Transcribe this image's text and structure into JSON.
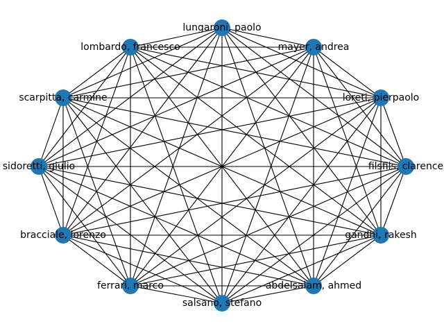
{
  "graph": {
    "type": "complete-graph",
    "node_color": "#1f77b4",
    "edge_color": "#000000",
    "nodes": [
      {
        "label": "lungaroni, paolo"
      },
      {
        "label": "mayer, andrea"
      },
      {
        "label": "loreti, pierpaolo"
      },
      {
        "label": "filsfils, clarence"
      },
      {
        "label": "gandhi, rakesh"
      },
      {
        "label": "abdelsalam, ahmed"
      },
      {
        "label": "salsano, stefano"
      },
      {
        "label": "ferrari, marco"
      },
      {
        "label": "bracciale, lorenzo"
      },
      {
        "label": "sidoretti, giulio"
      },
      {
        "label": "scarpitta, carmine"
      },
      {
        "label": "lombardo, francesco"
      }
    ]
  }
}
